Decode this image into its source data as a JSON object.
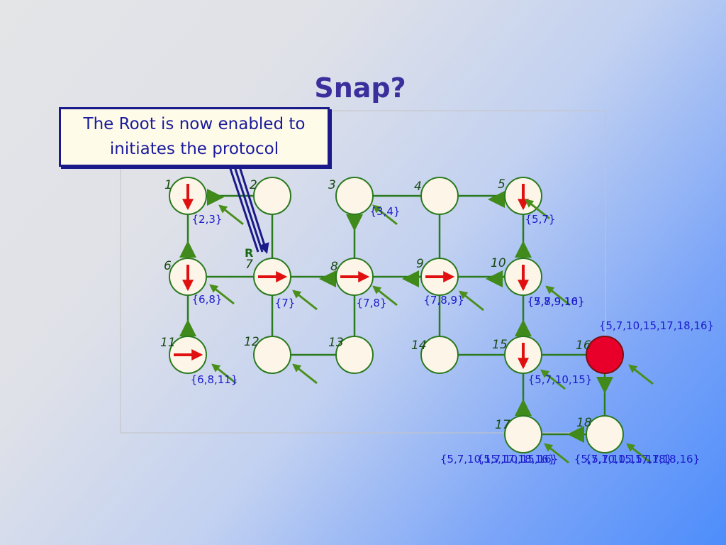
{
  "title": "Snap?",
  "callout": {
    "text": "The Root is now enabled to initiates the protocol",
    "root_label": "R"
  },
  "colors": {
    "node_fill": "#fdf6e8",
    "root_fill": "#e8002a",
    "edge": "#2a7a1e",
    "triangle": "#3f8a1a",
    "green_arrow": "#4a8f1c",
    "red_arrow": "#e01010",
    "set_text": "#1a1acc",
    "number_text": "#1a4a14",
    "callout_border": "#1a1a8a"
  },
  "nodes": [
    {
      "id": "1",
      "red_arrow": "down"
    },
    {
      "id": "2"
    },
    {
      "id": "3"
    },
    {
      "id": "4"
    },
    {
      "id": "5",
      "red_arrow": "down"
    },
    {
      "id": "6",
      "red_arrow": "down"
    },
    {
      "id": "7",
      "red_arrow": "right"
    },
    {
      "id": "8",
      "red_arrow": "right"
    },
    {
      "id": "9",
      "red_arrow": "right"
    },
    {
      "id": "10",
      "red_arrow": "down"
    },
    {
      "id": "11",
      "red_arrow": "right"
    },
    {
      "id": "12"
    },
    {
      "id": "13"
    },
    {
      "id": "14"
    },
    {
      "id": "15",
      "red_arrow": "down"
    },
    {
      "id": "16",
      "root": true
    },
    {
      "id": "17"
    },
    {
      "id": "18"
    }
  ],
  "edges": [
    [
      "1",
      "2"
    ],
    [
      "3",
      "4"
    ],
    [
      "4",
      "5"
    ],
    [
      "1",
      "6"
    ],
    [
      "2",
      "7"
    ],
    [
      "6",
      "7"
    ],
    [
      "7",
      "8"
    ],
    [
      "8",
      "9"
    ],
    [
      "9",
      "10"
    ],
    [
      "3",
      "8"
    ],
    [
      "4",
      "9"
    ],
    [
      "5",
      "10"
    ],
    [
      "6",
      "11"
    ],
    [
      "7",
      "12"
    ],
    [
      "12",
      "13"
    ],
    [
      "8",
      "13"
    ],
    [
      "9",
      "14"
    ],
    [
      "14",
      "15"
    ],
    [
      "15",
      "16"
    ],
    [
      "10",
      "15"
    ],
    [
      "15",
      "17"
    ],
    [
      "17",
      "18"
    ],
    [
      "16",
      "18"
    ]
  ],
  "sets": [
    {
      "node": "1",
      "text": "{2,3}"
    },
    {
      "node": "3",
      "text": "{3,4}"
    },
    {
      "node": "5",
      "text": "{5,7}"
    },
    {
      "node": "6",
      "text": "{6,8}"
    },
    {
      "node": "7",
      "text": "{7}"
    },
    {
      "node": "8",
      "text": "{7,8}"
    },
    {
      "node": "9",
      "text": "{7,8,9}"
    },
    {
      "node": "10",
      "text": "{5,7,9,10}"
    },
    {
      "node": "10",
      "text": "{7,8,9,16}"
    },
    {
      "node": "16",
      "text": "{5,7,10,15,17,18,16}"
    },
    {
      "node": "11",
      "text": "{6,8,11}"
    },
    {
      "node": "15",
      "text": "{5,7,10,15}"
    },
    {
      "node": "17",
      "text": "{5,7,10,15,17,18,16}"
    },
    {
      "node": "17",
      "text": "{5,7,10,15,16}"
    },
    {
      "node": "18",
      "text": "{5,7,10,15,17,18}"
    },
    {
      "node": "18",
      "text": "{5,7,10,15,17,18,16}"
    }
  ],
  "triangles": [
    {
      "on_edge": [
        "1",
        "2"
      ],
      "points": "right"
    },
    {
      "on_edge": [
        "3",
        "8"
      ],
      "points": "down"
    },
    {
      "on_edge": [
        "4",
        "5"
      ],
      "points": "left"
    },
    {
      "on_edge": [
        "1",
        "6"
      ],
      "points": "up"
    },
    {
      "on_edge": [
        "5",
        "10"
      ],
      "points": "up"
    },
    {
      "on_edge": [
        "7",
        "8"
      ],
      "points": "left"
    },
    {
      "on_edge": [
        "8",
        "9"
      ],
      "points": "left"
    },
    {
      "on_edge": [
        "9",
        "10"
      ],
      "points": "left"
    },
    {
      "on_edge": [
        "6",
        "11"
      ],
      "points": "up"
    },
    {
      "on_edge": [
        "10",
        "15"
      ],
      "points": "up"
    },
    {
      "on_edge": [
        "16",
        "18"
      ],
      "points": "down"
    },
    {
      "on_edge": [
        "15",
        "17"
      ],
      "points": "up"
    },
    {
      "on_edge": [
        "17",
        "18"
      ],
      "points": "left"
    }
  ]
}
